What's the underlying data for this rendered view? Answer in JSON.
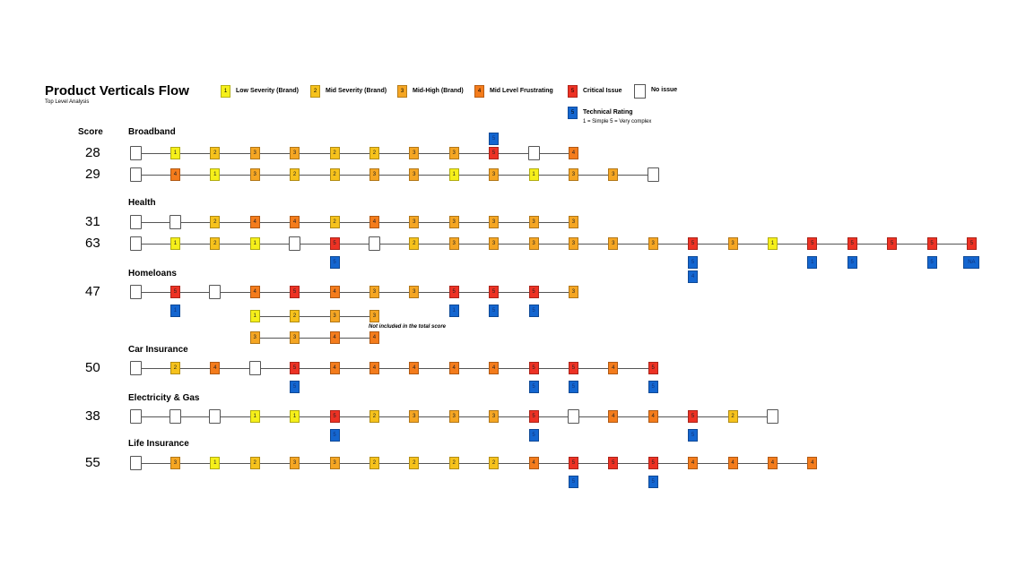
{
  "header": {
    "title": "Product Verticals Flow",
    "subtitle": "Top Level Analysis",
    "score_label": "Score"
  },
  "legend": [
    {
      "value": "1",
      "label": "Low Severity (Brand)",
      "color": "#f5ef1a"
    },
    {
      "value": "2",
      "label": "Mid Severity (Brand)",
      "color": "#f6c21c"
    },
    {
      "value": "3",
      "label": "Mid-High (Brand)",
      "color": "#f5a623"
    },
    {
      "value": "4",
      "label": "Mid Level Frustrating",
      "color": "#f47c1c"
    },
    {
      "value": "5",
      "label": "Critical Issue",
      "color": "#ed3224"
    },
    {
      "value": "",
      "label": "No issue",
      "color": "#ffffff"
    },
    {
      "value": "5",
      "label": "Technical Rating",
      "note": "1 = Simple 5 = Very complex",
      "color": "#1466d0"
    }
  ],
  "colors": {
    "1": "#f5ef1a",
    "2": "#f6c21c",
    "3": "#f5a623",
    "4": "#f47c1c",
    "5": "#ed3224",
    "T": "#1466d0",
    "E": "#ffffff"
  },
  "sections": [
    {
      "name": "Broadband",
      "rows": [
        {
          "score": "28",
          "steps": [
            "",
            "1",
            "2",
            "3",
            "3",
            "2",
            "2",
            "3",
            "3",
            "5",
            "",
            "4"
          ],
          "tech": {
            "9": [
              "5"
            ]
          },
          "tech_above": true
        },
        {
          "score": "29",
          "steps": [
            "",
            "4",
            "1",
            "3",
            "2",
            "2",
            "3",
            "3",
            "1",
            "3",
            "1",
            "3",
            "3",
            ""
          ],
          "tech": {}
        }
      ]
    },
    {
      "name": "Health",
      "rows": [
        {
          "score": "31",
          "steps": [
            "",
            "",
            "2",
            "4",
            "4",
            "2",
            "4",
            "3",
            "3",
            "3",
            "3",
            "3"
          ],
          "tech": {}
        },
        {
          "score": "63",
          "steps": [
            "",
            "1",
            "2",
            "1",
            "",
            "5",
            "",
            "2",
            "3",
            "3",
            "3",
            "3",
            "3",
            "3",
            "5",
            "3",
            "1",
            "5",
            "5",
            "5",
            "5",
            "5"
          ],
          "tech": {
            "5": [
              "5"
            ],
            "14": [
              "5",
              "4"
            ],
            "17": [
              "1"
            ],
            "18": [
              "5"
            ],
            "20": [
              "5"
            ],
            "21": [
              "NA"
            ]
          }
        }
      ]
    },
    {
      "name": "Homeloans",
      "rows": [
        {
          "score": "47",
          "steps": [
            "",
            "5",
            "",
            "4",
            "5",
            "4",
            "3",
            "3",
            "5",
            "5",
            "5",
            "3"
          ],
          "tech": {
            "1": [
              "1"
            ],
            "8": [
              "1"
            ],
            "9": [
              "5"
            ],
            "10": [
              "5"
            ]
          },
          "sub_rows": [
            [
              "1",
              "2",
              "3",
              "3"
            ],
            [
              "3",
              "3",
              "4",
              "4"
            ]
          ],
          "note": "Not included in the total score"
        }
      ]
    },
    {
      "name": "Car Insurance",
      "rows": [
        {
          "score": "50",
          "steps": [
            "",
            "2",
            "4",
            "",
            "5",
            "4",
            "4",
            "4",
            "4",
            "4",
            "5",
            "5",
            "4",
            "5"
          ],
          "tech": {
            "4": [
              "5"
            ],
            "10": [
              "5"
            ],
            "11": [
              "5"
            ],
            "13": [
              "5"
            ]
          }
        }
      ]
    },
    {
      "name": "Electricity & Gas",
      "rows": [
        {
          "score": "38",
          "steps": [
            "",
            "",
            "",
            "1",
            "1",
            "5",
            "2",
            "3",
            "3",
            "3",
            "5",
            "",
            "4",
            "4",
            "5",
            "2",
            ""
          ],
          "tech": {
            "5": [
              "5"
            ],
            "10": [
              "5"
            ],
            "14": [
              "5"
            ]
          }
        }
      ]
    },
    {
      "name": "Life Insurance",
      "rows": [
        {
          "score": "55",
          "steps": [
            "",
            "3",
            "1",
            "2",
            "3",
            "3",
            "2",
            "2",
            "2",
            "2",
            "4",
            "5",
            "5",
            "5",
            "4",
            "4",
            "4",
            "4"
          ],
          "tech": {
            "11": [
              "5"
            ],
            "13": [
              "5"
            ]
          }
        }
      ]
    }
  ]
}
